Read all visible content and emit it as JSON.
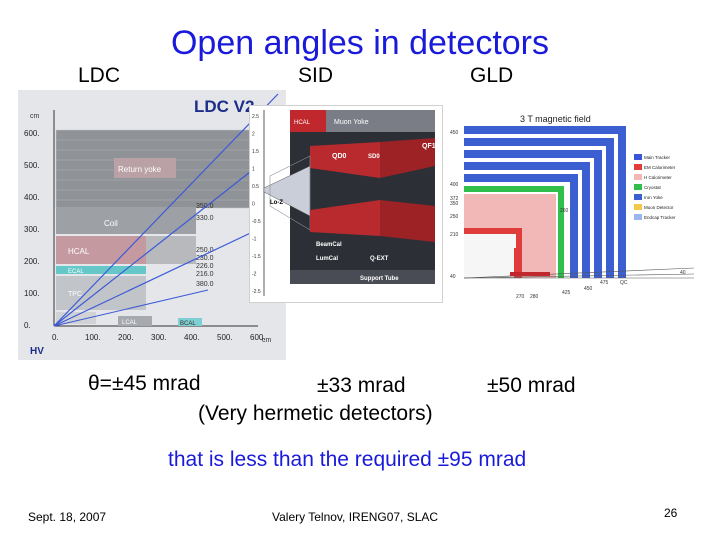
{
  "slide": {
    "title": "Open angles in detectors",
    "detectors": {
      "ldc": "LDC",
      "sid": "SID",
      "gld": "GLD"
    },
    "angles": {
      "ldc": "θ=±45 mrad",
      "sid": "±33 mrad",
      "gld": "±50 mrad",
      "remark": "(Very hermetic detectors)"
    },
    "conclusion": "that is less than the required ±95 mrad",
    "footer": {
      "date": "Sept. 18, 2007",
      "author": "Valery Telnov, IRENG07, SLAC",
      "page": "26"
    }
  },
  "ldc_figure": {
    "title": "LDC V2",
    "y_axis_unit": "cm",
    "x_axis_unit": "cm",
    "y_ticks": [
      "600.",
      "500.",
      "400.",
      "300.",
      "200.",
      "100.",
      "0."
    ],
    "x_ticks": [
      "0.",
      "100.",
      "200.",
      "300.",
      "400.",
      "500.",
      "600."
    ],
    "region_labels": {
      "return_yoke": "Return yoke",
      "coil": "Coil",
      "hcal": "HCAL",
      "ecal": "ECAL",
      "tpc": "TPC",
      "lcal": "LCAL",
      "bcal": "BCAL",
      "hv": "HV"
    },
    "radii": [
      "350.0",
      "330.0",
      "250.0",
      "230.0",
      "226.0",
      "216.0",
      "380.0"
    ]
  },
  "sid_figure": {
    "labels": {
      "muon_yoke": "Muon Yoke",
      "hcal": "HCAL",
      "qd0": "QD0",
      "sd0": "SD0",
      "qf1": "QF1",
      "loz": "Lo-Z",
      "beamcal": "BeamCal",
      "lumcal": "LumCal",
      "qext": "Q-EXT",
      "support": "Support Tube"
    },
    "y_ticks": [
      "2.5",
      "2",
      "1.5",
      "1",
      "0.5",
      "0",
      "-0.5",
      "-1",
      "-1.5",
      "-2",
      "-2.5"
    ]
  },
  "gld_figure": {
    "title": "3 T magnetic field",
    "legend": [
      "Main Tracker",
      "EM Calorimeter",
      "H Calorimeter",
      "Cryostat",
      "Iron Yoke",
      "Muon Detector",
      "Endcap Tracker"
    ],
    "legend_colors": [
      "#3a55d8",
      "#e03c3c",
      "#f2b8b8",
      "#2fbf4a",
      "#3b5fd0",
      "#f4c84a",
      "#9ab8f0"
    ],
    "dims": [
      "450",
      "400",
      "372",
      "350",
      "250",
      "210",
      "260",
      "40",
      "475",
      "425",
      "450",
      "270",
      "280",
      "QC",
      "40"
    ]
  }
}
